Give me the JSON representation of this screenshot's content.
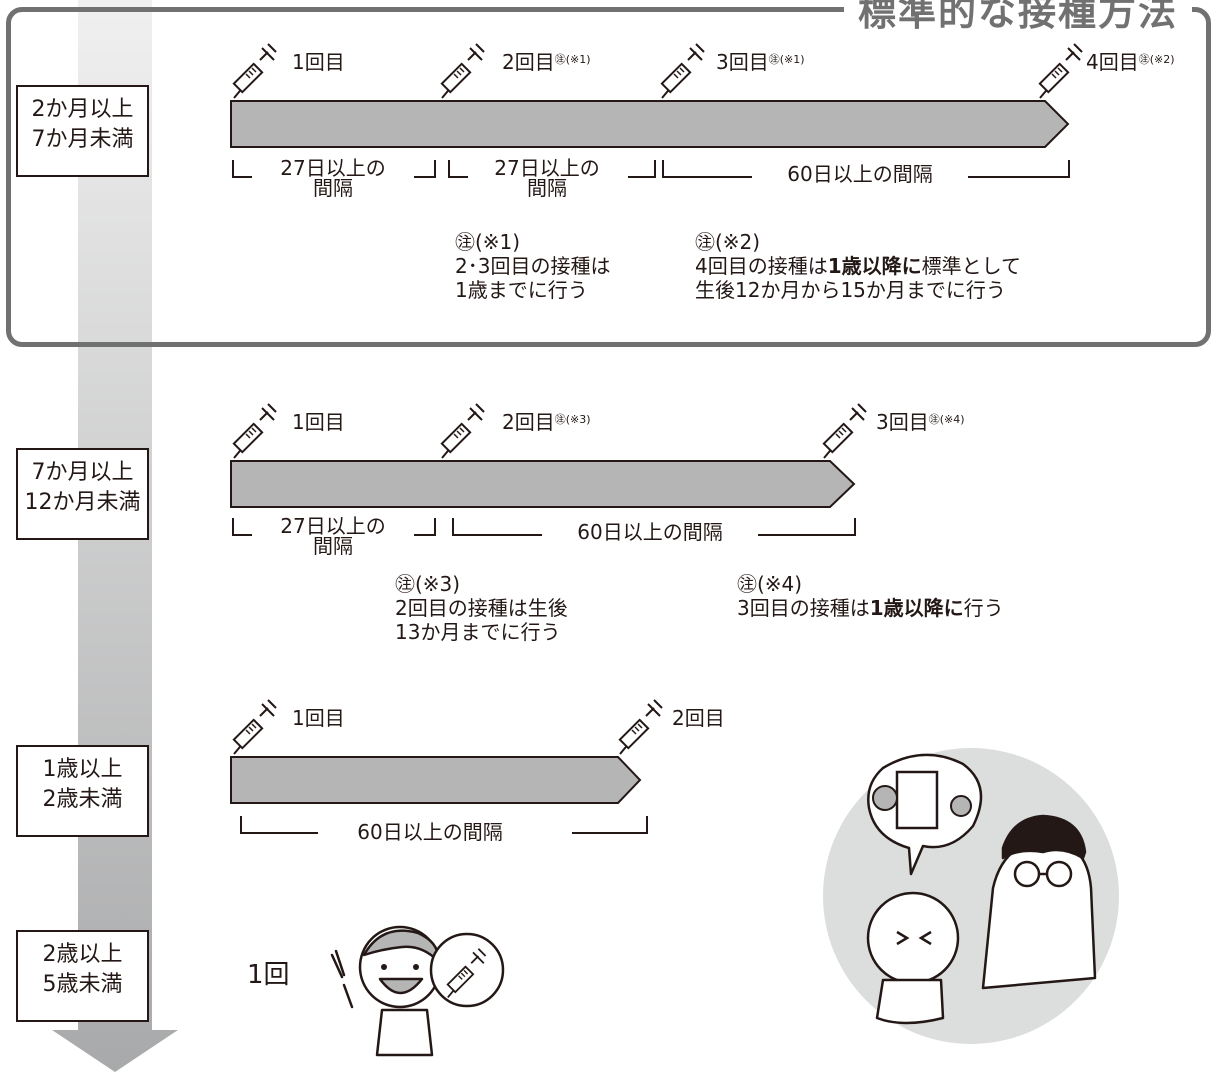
{
  "section_title": "標準的な接種方法",
  "age_groups": [
    {
      "line1": "2か月以上",
      "line2": "7か月未満"
    },
    {
      "line1": "7か月以上",
      "line2": "12か月未満"
    },
    {
      "line1": "1歳以上",
      "line2": "2歳未満"
    },
    {
      "line1": "2歳以上",
      "line2": "5歳未満"
    }
  ],
  "group1": {
    "doses": [
      {
        "label": "1回目",
        "mark": ""
      },
      {
        "label": "2回目",
        "mark": "㊟(※1)"
      },
      {
        "label": "3回目",
        "mark": "㊟(※1)"
      },
      {
        "label": "4回目",
        "mark": "㊟(※2)"
      }
    ],
    "intervals": [
      {
        "line1": "27日以上の",
        "line2": "間隔"
      },
      {
        "line1": "27日以上の",
        "line2": "間隔"
      },
      {
        "line1": "60日以上の間隔",
        "line2": ""
      }
    ],
    "notes": [
      {
        "head": "㊟(※1)",
        "lines": [
          "2･3回目の接種は",
          "1歳までに行う"
        ]
      },
      {
        "head": "㊟(※2)",
        "line1_a": "4回目の接種は",
        "line1_bold": "1歳以降に",
        "line1_b": "標準として",
        "line2": "生後12か月から15か月までに行う"
      }
    ]
  },
  "group2": {
    "doses": [
      {
        "label": "1回目",
        "mark": ""
      },
      {
        "label": "2回目",
        "mark": "㊟(※3)"
      },
      {
        "label": "3回目",
        "mark": "㊟(※4)"
      }
    ],
    "intervals": [
      {
        "line1": "27日以上の",
        "line2": "間隔"
      },
      {
        "line1": "60日以上の間隔",
        "line2": ""
      }
    ],
    "notes": [
      {
        "head": "㊟(※3)",
        "lines": [
          "2回目の接種は生後",
          "13か月までに行う"
        ]
      },
      {
        "head": "㊟(※4)",
        "line1_a": "3回目の接種は",
        "line1_bold": "1歳以降に",
        "line1_b": "行う"
      }
    ]
  },
  "group3": {
    "doses": [
      {
        "label": "1回目",
        "mark": ""
      },
      {
        "label": "2回目",
        "mark": ""
      }
    ],
    "intervals": [
      {
        "line1": "60日以上の間隔",
        "line2": ""
      }
    ]
  },
  "group4": {
    "count_label": "1回"
  },
  "colors": {
    "bar_fill": "#b5b5b6",
    "frame": "#727171",
    "arrow": "#c9caca",
    "circle": "#dcdddd",
    "ink": "#231815"
  }
}
